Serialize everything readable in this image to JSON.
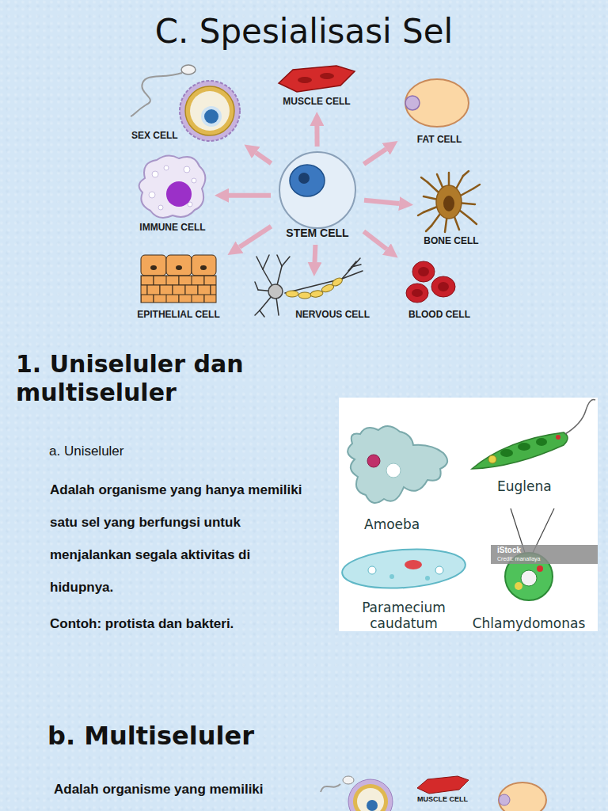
{
  "diagram": {
    "title": "C. Spesialisasi Sel",
    "nodes": [
      {
        "text": [
          "MUSCLE CELL"
        ]
      },
      {
        "text": [
          "SEX CELL"
        ]
      },
      {
        "text": [
          "FAT CELL"
        ]
      },
      {
        "text": [
          "IMMUNE CELL"
        ]
      },
      {
        "text": [
          "STEM CELL"
        ]
      },
      {
        "text": [
          "BONE CELL"
        ]
      },
      {
        "text": [
          "EPITHELIAL CELL"
        ]
      },
      {
        "text": [
          "NERVOUS CELL"
        ]
      },
      {
        "text": [
          "BLOOD CELL"
        ]
      }
    ],
    "edges": [
      {
        "from": 4,
        "to": 0,
        "arrow": "to"
      },
      {
        "from": 4,
        "to": 1,
        "arrow": "to"
      },
      {
        "from": 4,
        "to": 2,
        "arrow": "to"
      },
      {
        "from": 4,
        "to": 3,
        "arrow": "to"
      },
      {
        "from": 4,
        "to": 5,
        "arrow": "to"
      },
      {
        "from": 4,
        "to": 6,
        "arrow": "to"
      },
      {
        "from": 4,
        "to": 7,
        "arrow": "to"
      },
      {
        "from": 4,
        "to": 8,
        "arrow": "to"
      }
    ],
    "labels": [
      "1. Uniseluler dan multiseluler",
      "a. Uniseluler",
      "Adalah organisme yang hanya memiliki satu sel yang berfungsi untuk menjalankan segala aktivitas di hidupnya.",
      "Contoh: protista dan bakteri.",
      "Amoeba",
      "Euglena",
      "Paramecium caudatum",
      "Chlamydomonas",
      "iStock",
      "Credit: manallaya",
      "b. Multiseluler",
      "Adalah organisme yang memiliki",
      "MUSCLE CELL"
    ]
  }
}
